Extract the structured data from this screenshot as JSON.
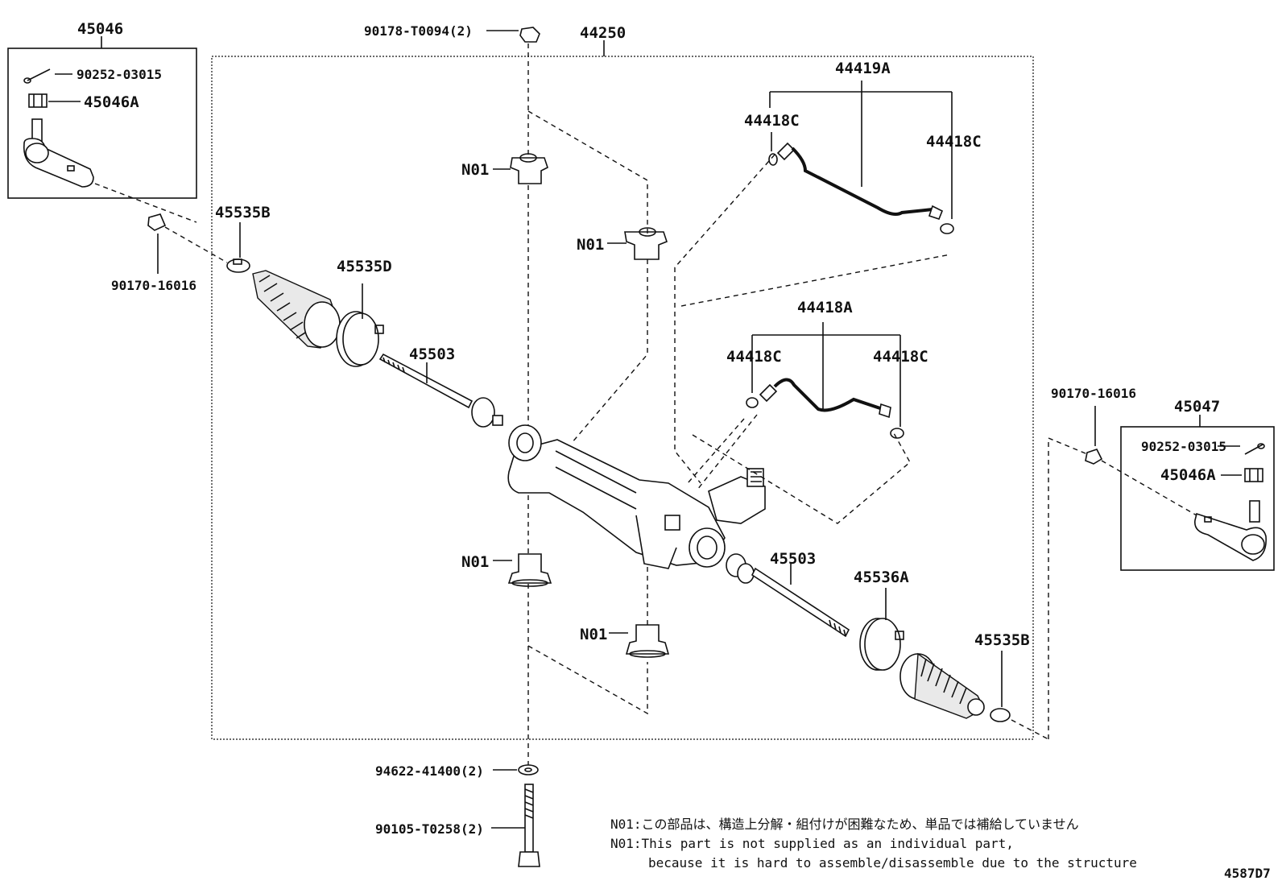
{
  "labels": {
    "l45046": "45046",
    "l90252a": "90252-03015",
    "l45046Aa": "45046A",
    "l45535Ba": "45535B",
    "l90170a": "90170-16016",
    "l45535D": "45535D",
    "l45503a": "45503",
    "l90178": "90178-T0094(2)",
    "l44250": "44250",
    "lN01a": "N01",
    "lN01b": "N01",
    "lN01c": "N01",
    "lN01d": "N01",
    "l44419A": "44419A",
    "l44418Ca": "44418C",
    "l44418Cb": "44418C",
    "l44418A": "44418A",
    "l44418Cc": "44418C",
    "l44418Cd": "44418C",
    "l45503b": "45503",
    "l45536A": "45536A",
    "l45535Bb": "45535B",
    "l90170b": "90170-16016",
    "l45047": "45047",
    "l90252b": "90252-03015",
    "l45046Ab": "45046A",
    "l94622": "94622-41400(2)",
    "l90105": "90105-T0258(2)"
  },
  "notes": {
    "jp": "N01:この部品は、構造上分解・組付けが困難なため、単品では補給していません",
    "en1": "N01:This part is not supplied as an individual part,",
    "en2": "because it is hard to assemble/disassemble due to the structure"
  },
  "figure_id": "4587D7"
}
